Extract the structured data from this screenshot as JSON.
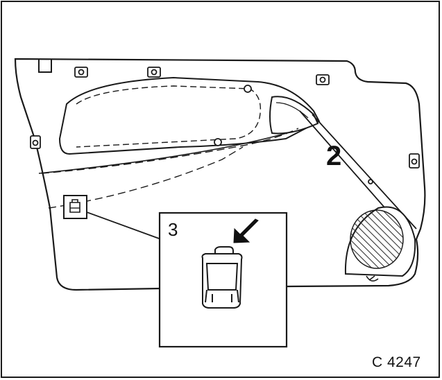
{
  "figure": {
    "label_panel": "2",
    "label_switch": "3",
    "reference_code": "C 4247"
  },
  "colors": {
    "line": "#1a1a1a",
    "fill": "#ffffff",
    "hatch": "#333333"
  }
}
